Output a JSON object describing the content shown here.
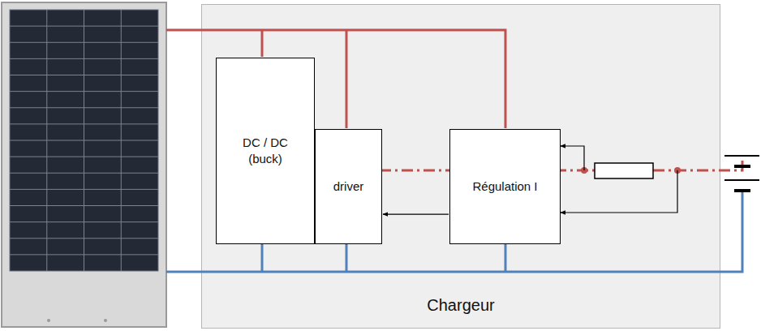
{
  "diagram": {
    "nodes": [
      {
        "text": [
          "Chargeur"
        ]
      },
      {
        "text": [
          "DC / DC (buck)"
        ],
        "in": 0
      },
      {
        "text": [
          "driver"
        ],
        "in": 0
      },
      {
        "text": [
          "Régulation I"
        ],
        "in": 0
      }
    ],
    "edges": [
      {
        "from": 3,
        "to": 2,
        "arrow": "to"
      }
    ]
  }
}
